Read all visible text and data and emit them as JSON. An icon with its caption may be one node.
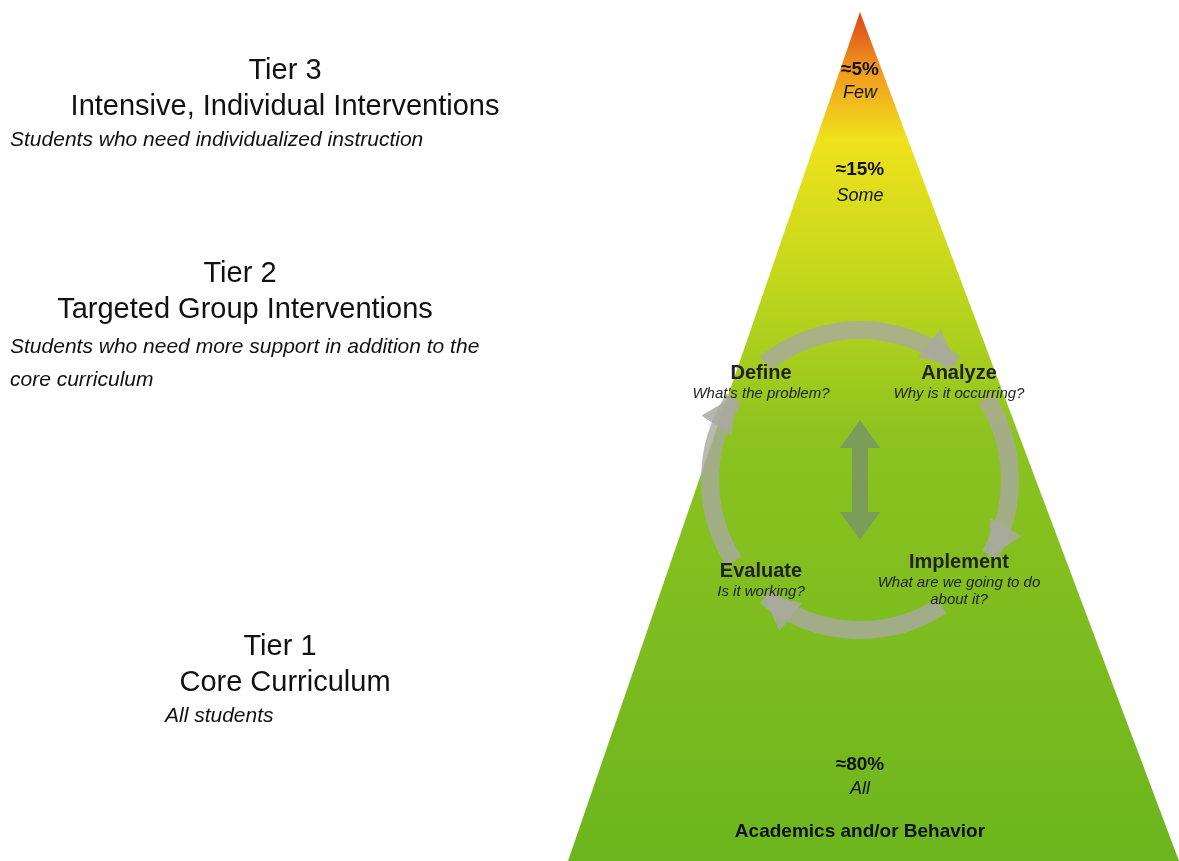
{
  "diagram": {
    "nodes": [
      {
        "text": [
          "≈5%",
          "Few",
          "≈15%",
          "Some",
          "≈80%",
          "All",
          "Academics and/or Behavior"
        ]
      },
      {
        "text": [
          "Define",
          "What's the problem?"
        ],
        "in": 0
      },
      {
        "text": [
          "Analyze",
          "Why is it occurring?"
        ],
        "in": 0
      },
      {
        "text": [
          "Implement",
          "What are we going to do about it?"
        ],
        "in": 0
      },
      {
        "text": [
          "Evaluate",
          "Is it working?"
        ],
        "in": 0
      }
    ],
    "edges": [
      {
        "from": 1,
        "to": 2,
        "arrow": "to"
      },
      {
        "from": 2,
        "to": 3,
        "arrow": "to"
      },
      {
        "from": 3,
        "to": 4,
        "arrow": "to"
      },
      {
        "from": 4,
        "to": 1,
        "arrow": "to"
      }
    ],
    "labels": [
      "Tier 3",
      "Intensive, Individual Interventions",
      "Students who need individualized instruction",
      "Tier 2",
      "Targeted Group Interventions",
      "Students who need more support in addition to the core curriculum",
      "Tier 1",
      "Core Curriculum",
      "All students"
    ]
  }
}
